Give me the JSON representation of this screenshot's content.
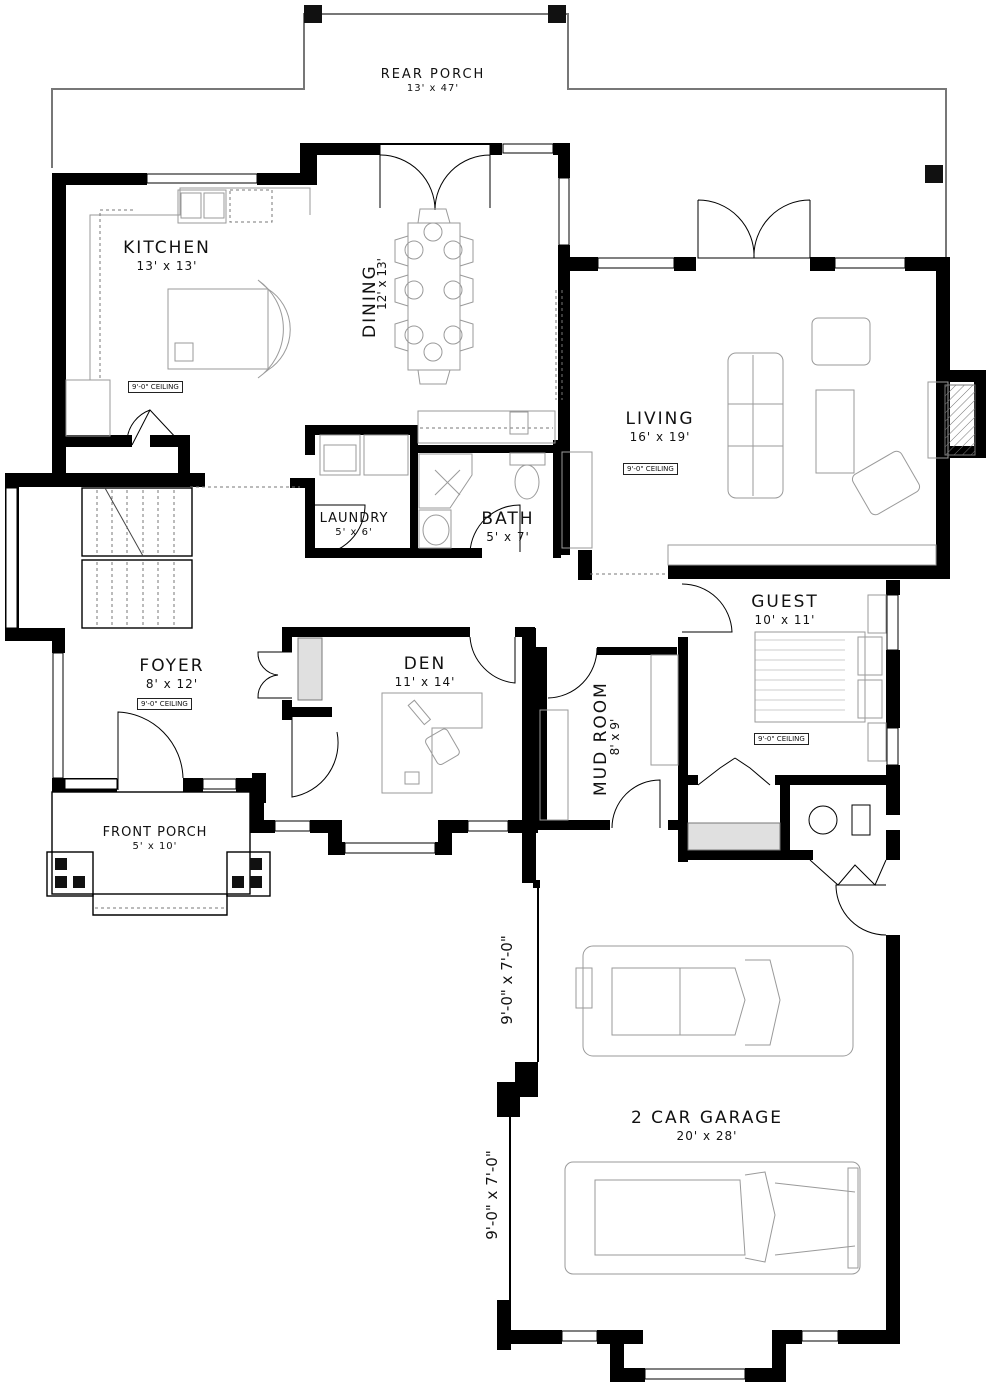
{
  "plan": {
    "rooms": [
      {
        "id": "rear-porch",
        "name": "REAR PORCH",
        "dims": "13' x 47'"
      },
      {
        "id": "kitchen",
        "name": "KITCHEN",
        "dims": "13' x 13'",
        "ceiling": "9'-0\" CEILING"
      },
      {
        "id": "dining",
        "name": "DINING",
        "dims": "12' x 13'"
      },
      {
        "id": "living",
        "name": "LIVING",
        "dims": "16' x 19'",
        "ceiling": "9'-0\" CEILING"
      },
      {
        "id": "laundry",
        "name": "LAUNDRY",
        "dims": "5' x 6'"
      },
      {
        "id": "bath",
        "name": "BATH",
        "dims": "5' x 7'"
      },
      {
        "id": "foyer",
        "name": "FOYER",
        "dims": "8' x 12'",
        "ceiling": "9'-0\" CEILING"
      },
      {
        "id": "den",
        "name": "DEN",
        "dims": "11' x 14'"
      },
      {
        "id": "guest",
        "name": "GUEST",
        "dims": "10' x 11'",
        "ceiling": "9'-0\" CEILING"
      },
      {
        "id": "mud-room",
        "name": "MUD ROOM",
        "dims": "8' x 9'"
      },
      {
        "id": "front-porch",
        "name": "FRONT PORCH",
        "dims": "5' x 10'"
      },
      {
        "id": "garage",
        "name": "2 CAR GARAGE",
        "dims": "20' x 28'"
      }
    ],
    "garage_doors": [
      {
        "label": "9'-0\" x 7'-0\""
      },
      {
        "label": "9'-0\" x 7'-0\""
      }
    ]
  }
}
